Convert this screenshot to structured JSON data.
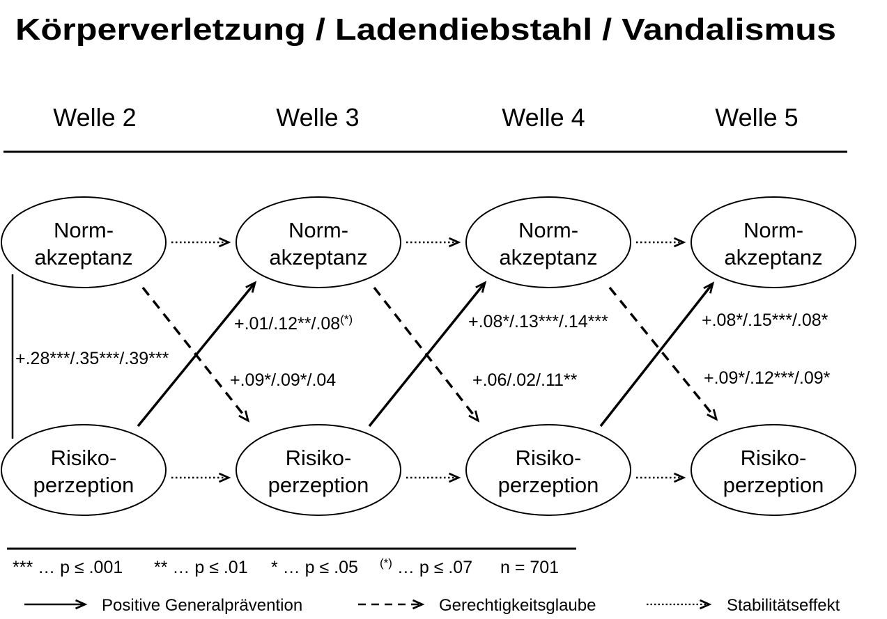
{
  "title": "Körperverletzung / Ladendiebstahl / Vandalismus",
  "waves": [
    "Welle 2",
    "Welle 3",
    "Welle 4",
    "Welle 5"
  ],
  "nodes": {
    "norm": {
      "line1": "Norm-",
      "line2": "akzeptanz"
    },
    "risiko": {
      "line1": "Risiko-",
      "line2": "perzeption"
    }
  },
  "paths": {
    "correlation_w2": "+.28***/.35***/.39***",
    "generalpraevention": [
      {
        "label": "+.01/.12**/.08",
        "sup": "(*)"
      },
      {
        "label": "+.08*/.13***/.14***",
        "sup": ""
      },
      {
        "label": "+.08*/.15***/.08*",
        "sup": ""
      }
    ],
    "gerechtigkeitsglaube": [
      "+.09*/.09*/.04",
      "+.06/.02/.11**",
      "+.09*/.12***/.09*"
    ]
  },
  "significance": {
    "p001": "*** … p ≤ .001",
    "p01": "** … p ≤ .01",
    "p05": "* … p ≤ .05",
    "p07_sup": "(*)",
    "p07_rest": " … p ≤ .07",
    "n": "n = 701"
  },
  "arrow_legend": {
    "solid": "Positive Generalprävention",
    "dashed": "Gerechtigkeitsglaube",
    "dotted": "Stabilitätseffekt"
  },
  "colors": {
    "ink": "#000000",
    "background": "#ffffff"
  }
}
